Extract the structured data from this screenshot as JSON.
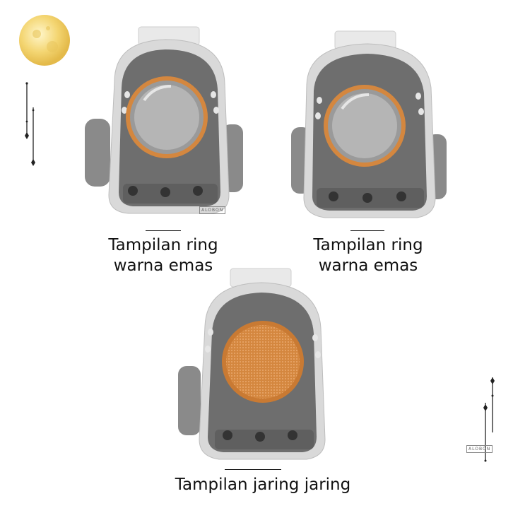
{
  "colors": {
    "shell": "#6e6e6e",
    "shell_dark": "#4f4f4f",
    "accent": "#d4873f",
    "moon": "#f3d36a",
    "text": "#111111"
  },
  "products": [
    {
      "caption_line1": "Tampilan ring",
      "caption_line2": "warna emas",
      "variant": "bubble-window",
      "brand": "ALOBON"
    },
    {
      "caption_line1": "Tampilan ring",
      "caption_line2": "warna emas",
      "variant": "bubble-window",
      "brand": ""
    },
    {
      "caption_line1": "Tampilan jaring jaring",
      "caption_line2": "",
      "variant": "mesh-window",
      "brand": ""
    }
  ],
  "corner_brand": "ALOBON"
}
